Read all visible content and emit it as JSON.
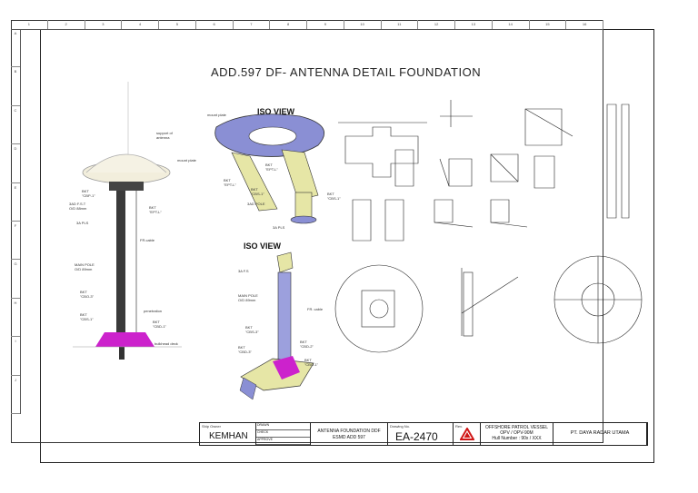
{
  "drawing": {
    "title": "ADD.597 DF- ANTENNA DETAIL FOUNDATION",
    "iso_view_1": "ISO VIEW",
    "iso_view_2": "ISO VIEW",
    "labels": {
      "mount_plate": "mount plate",
      "bkt_1": "BKT \"EPT-L\"",
      "bkt_2": "BKT \"CBS-1\"",
      "bkt_3": "BKT \"CB0-1\"",
      "main_pole": "MAIN POLE",
      "fr_cable": "FR. cable",
      "pipe_spec": "3AD POLE\nO/D 88mm\nThk. 18mm"
    }
  },
  "title_block": {
    "owner_label": "Ship Owner",
    "owner": "KEMHAN",
    "sign_rows": [
      "DRAWN",
      "CHECK",
      "APPROVE"
    ],
    "description": "ANTENNA FOUNDATION DDF ESMD ADD 597",
    "dno_label": "Drawing No.",
    "drawing_no": "EA-2470",
    "rev_label": "Rev.",
    "project_line1": "OFFSHORE PATROL VESSEL",
    "project_line2": "OPV / OPV-90M",
    "project_line3": "Hull Number : 90x / XXX",
    "company": "PT. DAYA RADAR UTAMA"
  },
  "colors": {
    "plate": "#8a8fd4",
    "pole": "#e6e6a6",
    "accent": "#cc22cc",
    "logo_red": "#d01818"
  },
  "ruler": {
    "top": [
      "1",
      "2",
      "3",
      "4",
      "5",
      "6",
      "7",
      "8",
      "9",
      "10",
      "11",
      "12",
      "13",
      "14",
      "15",
      "16"
    ],
    "left": [
      "A",
      "B",
      "C",
      "D",
      "E",
      "F",
      "G",
      "H",
      "I",
      "J"
    ]
  }
}
